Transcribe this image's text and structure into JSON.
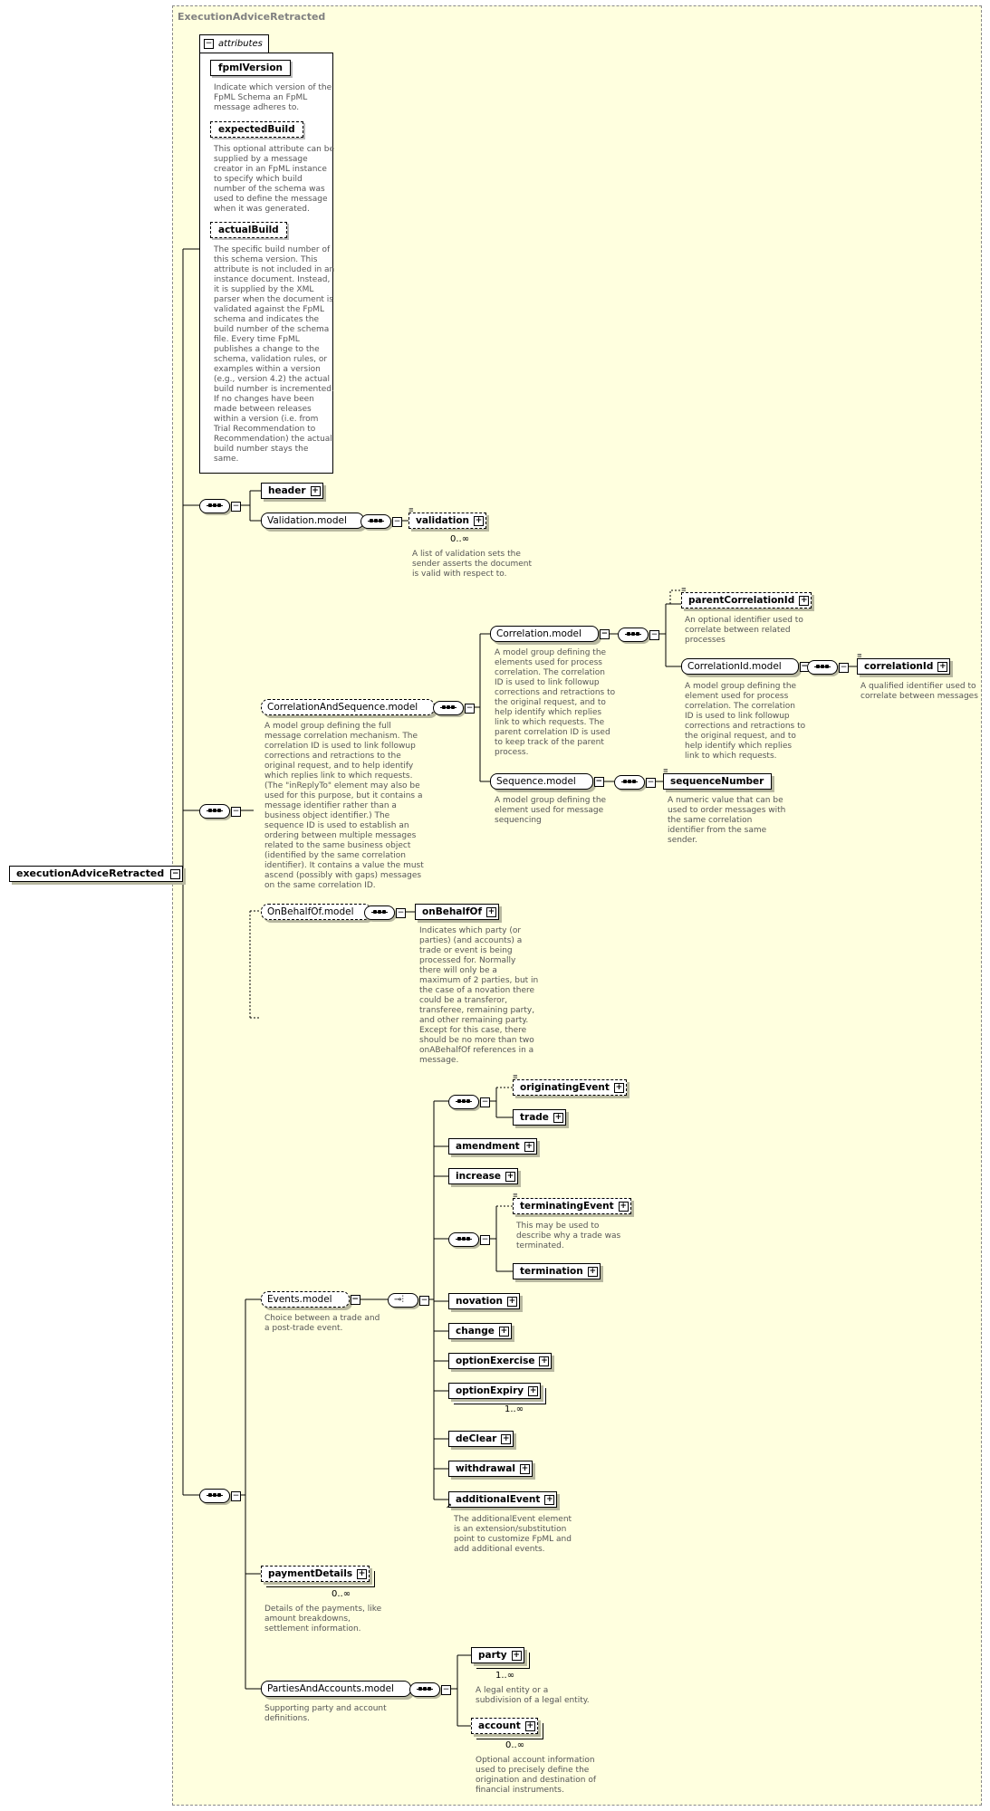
{
  "diagram": {
    "frame_title": "ExecutionAdviceRetracted",
    "root": "executionAdviceRetracted",
    "attributes": {
      "label": "attributes",
      "items": [
        {
          "name": "fpmlVersion",
          "desc": "Indicate which version of the\nFpML Schema an FpML\nmessage adheres to."
        },
        {
          "name": "expectedBuild",
          "desc": "This optional attribute can be\nsupplied by a message\ncreator in an FpML instance\nto specify which build\nnumber of the schema was\nused to define the message\nwhen it was generated."
        },
        {
          "name": "actualBuild",
          "desc": "The specific build number of\nthis schema version. This\nattribute is not included in an\ninstance document. Instead,\nit is supplied by the XML\nparser when the document is\nvalidated against the FpML\nschema and indicates the\nbuild number of the schema\nfile. Every time FpML\npublishes a change to the\nschema, validation rules, or\nexamples within a version\n(e.g., version 4.2) the actual\nbuild number is incremented.\nIf no changes have been\nmade between releases\nwithin a version (i.e. from\nTrial Recommendation to\nRecommendation) the actual\nbuild number stays the\nsame."
        }
      ]
    },
    "header": "header",
    "validation_model": "Validation.model",
    "validation": "validation",
    "validation_occ": "0..∞",
    "validation_desc": "A list of validation sets the\nsender asserts the document\nis valid with respect to.",
    "corr_seq_model": "CorrelationAndSequence.model",
    "corr_seq_desc": "A model group defining the full\nmessage correlation mechanism. The\ncorrelation ID is used to link followup\ncorrections and retractions to the\noriginal request, and to help identify\nwhich replies link to which requests.\n(The \"inReplyTo\" element may also be\nused for this purpose, but it contains a\nmessage identifier rather than a\nbusiness object identifier.) The\nsequence ID is used to establish an\nordering between multiple messages\nrelated to the same business object\n(identified by the same correlation\nidentifier). It contains a value the must\nascend (possibly with gaps) messages\non the same correlation ID.",
    "correlation_model": "Correlation.model",
    "correlation_desc": "A model group defining the\nelements used for process\ncorrelation. The correlation\nID is used to link followup\ncorrections and retractions to\nthe original request, and to\nhelp identify which replies\nlink to which requests. The\nparent correlation ID is used\nto keep track of the parent\nprocess.",
    "parent_correlation_id": "parentCorrelationId",
    "parent_correlation_desc": "An optional identifier used to\ncorrelate between related\nprocesses",
    "correlation_id_model": "CorrelationId.model",
    "correlation_id_model_desc": "A model group defining the\nelement used for process\ncorrelation. The correlation\nID is used to link followup\ncorrections and retractions to\nthe original request, and to\nhelp identify which replies\nlink to which requests.",
    "correlation_id": "correlationId",
    "correlation_id_desc": "A qualified identifier used to\ncorrelate between messages",
    "sequence_model": "Sequence.model",
    "sequence_model_desc": "A model group defining the\nelement used for message\nsequencing",
    "sequence_number": "sequenceNumber",
    "sequence_number_desc": "A numeric value that can be\nused to order messages with\nthe same correlation\nidentifier from the same\nsender.",
    "on_behalf_of_model": "OnBehalfOf.model",
    "on_behalf_of": "onBehalfOf",
    "on_behalf_of_desc": "Indicates which party (or\nparties) (and accounts) a\ntrade or event is being\nprocessed for. Normally\nthere will only be a\nmaximum of 2 parties, but in\nthe case of a novation there\ncould be a transferor,\ntransferee, remaining party,\nand other remaining party.\nExcept for this case, there\nshould be no more than two\nonABehalfOf references in a\nmessage.",
    "events_model": "Events.model",
    "events_model_desc": "Choice between a trade and\na post-trade event.",
    "originating_event": "originatingEvent",
    "trade": "trade",
    "amendment": "amendment",
    "increase": "increase",
    "terminating_event": "terminatingEvent",
    "terminating_event_desc": "This may be used to\ndescribe why a trade was\nterminated.",
    "termination": "termination",
    "novation": "novation",
    "change": "change",
    "option_exercise": "optionExercise",
    "option_expiry": "optionExpiry",
    "option_expiry_occ": "1..∞",
    "de_clear": "deClear",
    "withdrawal": "withdrawal",
    "additional_event": "additionalEvent",
    "additional_event_desc": "The additionalEvent element\nis an extension/substitution\npoint to customize FpML and\nadd additional events.",
    "payment_details": "paymentDetails",
    "payment_details_occ": "0..∞",
    "payment_details_desc": "Details of the payments, like\namount breakdowns,\nsettlement information.",
    "parties_accounts_model": "PartiesAndAccounts.model",
    "parties_accounts_desc": "Supporting party and account\ndefinitions.",
    "party": "party",
    "party_occ": "1..∞",
    "party_desc": "A legal entity or a\nsubdivision of a legal entity.",
    "account": "account",
    "account_occ": "0..∞",
    "account_desc": "Optional account information\nused to precisely define the\norigination and destination of\nfinancial instruments."
  }
}
